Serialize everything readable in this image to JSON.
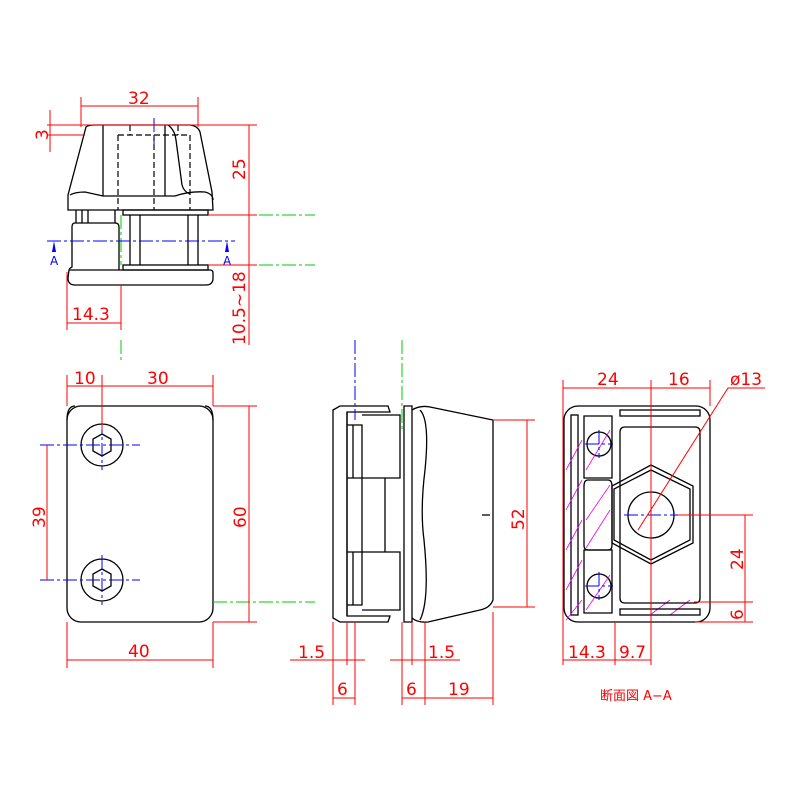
{
  "top_view": {
    "width": "32",
    "top_chamfer": "3",
    "height": "25",
    "range": "10.5~18",
    "offset": "14.3",
    "section_mark_left": "A",
    "section_mark_right": "A"
  },
  "front_view": {
    "edge_to_bolt": "10",
    "bolt_to_edge": "30",
    "bolt_spacing": "39",
    "height": "60",
    "width": "40"
  },
  "side_view": {
    "height": "52",
    "gap_left": "1.5",
    "gap_right": "1.5",
    "plate_left": "6",
    "plate_right": "6",
    "body_depth": "19"
  },
  "section_view": {
    "left_width": "24",
    "right_width": "16",
    "hole_diameter": "ø13",
    "hole_height": "24",
    "bottom_offset": "6",
    "left_offset": "14.3",
    "center_offset": "9.7",
    "title": "断面図 A−A"
  },
  "colors": {
    "dimension": "#ff0000",
    "centerline": "#0000ff",
    "reference": "#00cc00",
    "hatch": "#ee00ee"
  }
}
